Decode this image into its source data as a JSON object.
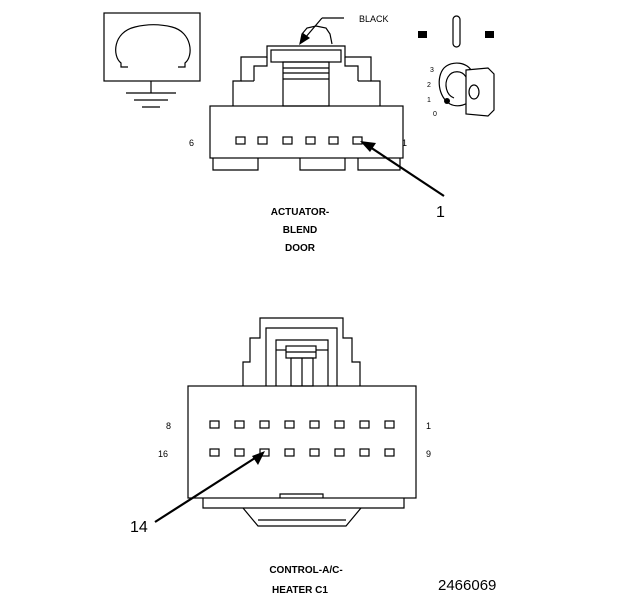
{
  "top_connector": {
    "color_label": "BLACK",
    "pin_left": "6",
    "pin_right": "1",
    "callout": "1",
    "title_lines": [
      "ACTUATOR-",
      "BLEND",
      "DOOR"
    ],
    "cavities": 6
  },
  "key_legend": {
    "positions": [
      "3",
      "2",
      "1",
      "0"
    ]
  },
  "bottom_connector": {
    "row1_left": "8",
    "row1_right": "1",
    "row2_left": "16",
    "row2_right": "9",
    "callout": "14",
    "title_lines": [
      "CONTROL-A/C-",
      "HEATER C1"
    ],
    "cavities_per_row": 8
  },
  "figure_number": "2466069",
  "icons": [
    "ohm-ground-symbol-icon",
    "ignition-key-icon"
  ]
}
